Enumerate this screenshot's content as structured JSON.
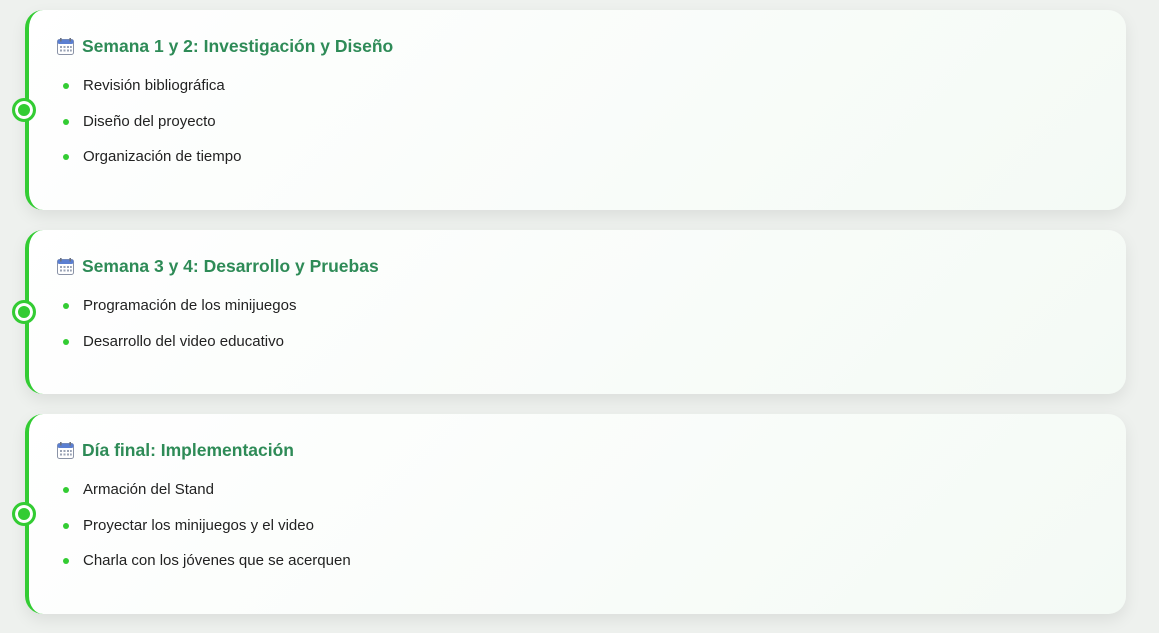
{
  "accent_color": "#33cc33",
  "title_color": "#2e8b57",
  "phases": [
    {
      "icon": "calendar-icon",
      "title": "Semana 1 y 2: Investigación y Diseño",
      "items": [
        "Revisión bibliográfica",
        "Diseño del proyecto",
        "Organización de tiempo"
      ]
    },
    {
      "icon": "calendar-icon",
      "title": "Semana 3 y 4: Desarrollo y Pruebas",
      "items": [
        "Programación de los minijuegos",
        "Desarrollo del video educativo"
      ]
    },
    {
      "icon": "calendar-icon",
      "title": "Día final: Implementación",
      "items": [
        "Armación del Stand",
        "Proyectar los minijuegos y el video",
        "Charla con los jóvenes que se acerquen"
      ]
    }
  ]
}
